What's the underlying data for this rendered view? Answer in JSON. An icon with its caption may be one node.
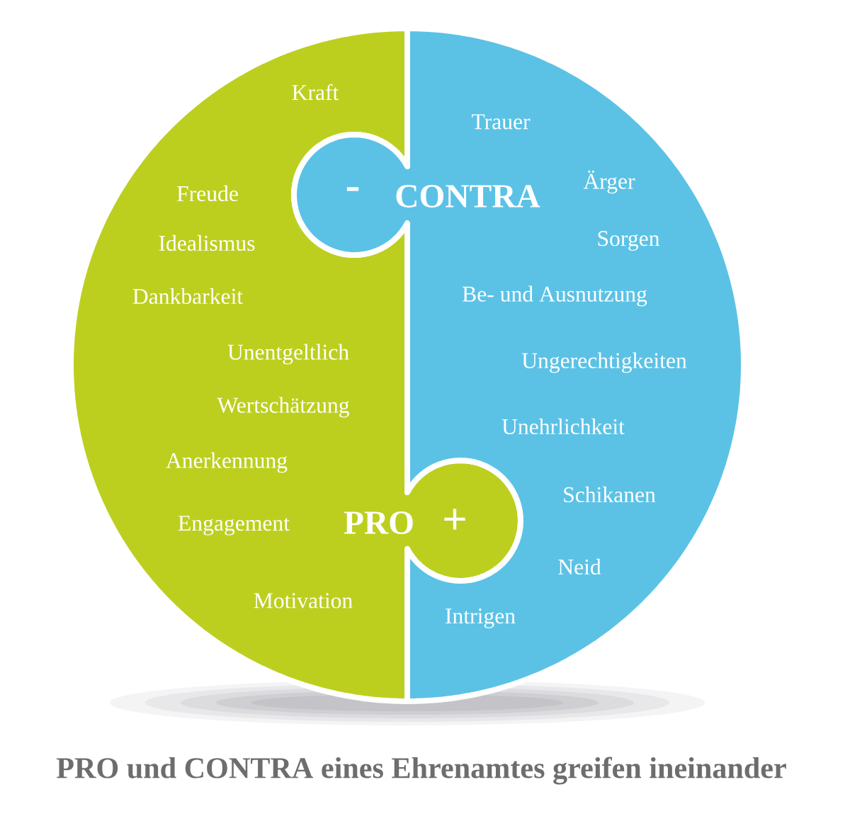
{
  "diagram": {
    "caption": "PRO und CONTRA eines Ehrenamtes greifen ineinander",
    "nodes": [
      {
        "text": [
          "Kraft",
          "Freude",
          "Idealismus",
          "Dankbarkeit",
          "Unentgeltlich",
          "Wertschätzung",
          "Anerkennung",
          "Engagement",
          "PRO",
          "+",
          "Motivation"
        ]
      },
      {
        "text": [
          "Trauer",
          "-",
          "CONTRA",
          "Ärger",
          "Sorgen",
          "Be- und Ausnutzung",
          "Ungerechtigkeiten",
          "Unehrlichkeit",
          "Schikanen",
          "Neid",
          "Intrigen"
        ]
      }
    ],
    "edges": []
  }
}
